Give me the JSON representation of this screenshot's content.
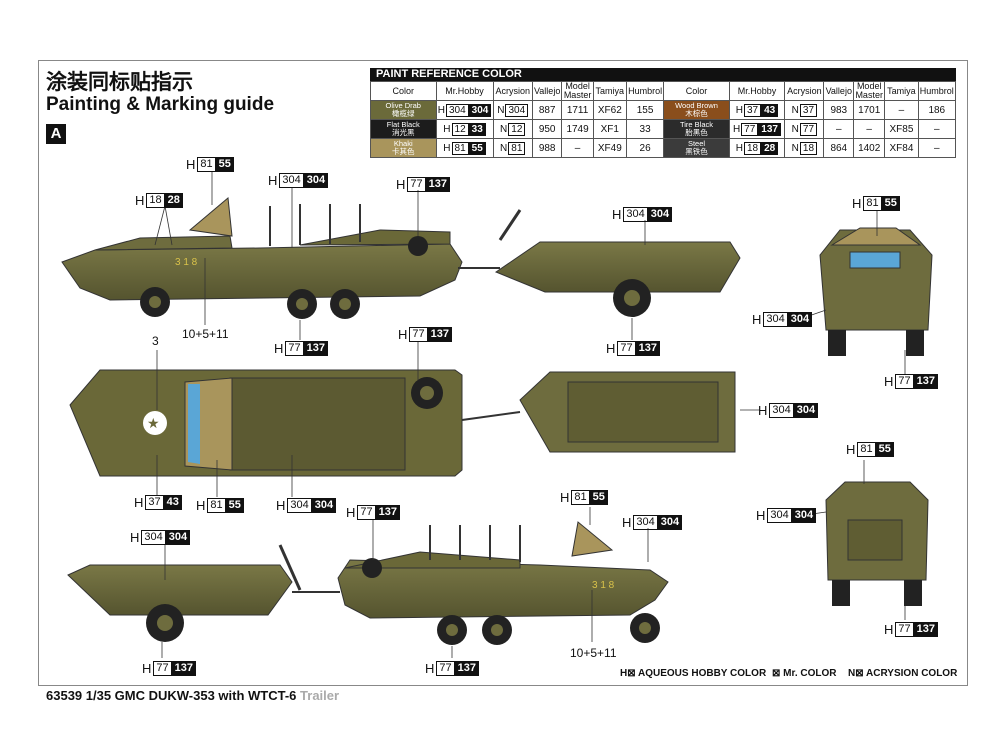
{
  "header": {
    "title_cn": "涂装同标贴指示",
    "title_en": "Painting & Marking guide",
    "scheme_badge": "A"
  },
  "paint_table": {
    "title": "PAINT  REFERENCE COLOR",
    "columns": [
      "Color",
      "Mr.Hobby",
      "Acrysion",
      "Vallejo",
      "Model Master",
      "Tamiya",
      "Humbrol"
    ],
    "left": [
      {
        "name_en": "Olive Drab",
        "name_cn": "橄榄绿",
        "swatch": "#6b6a3a",
        "h_white": "304",
        "h_black": "304",
        "n": "304",
        "vallejo": "887",
        "model_master": "1711",
        "tamiya": "XF62",
        "humbrol": "155"
      },
      {
        "name_en": "Flat Black",
        "name_cn": "消光黑",
        "swatch": "#1c1c1c",
        "h_white": "12",
        "h_black": "33",
        "n": "12",
        "vallejo": "950",
        "model_master": "1749",
        "tamiya": "XF1",
        "humbrol": "33"
      },
      {
        "name_en": "Khaki",
        "name_cn": "卡其色",
        "swatch": "#a9955c",
        "h_white": "81",
        "h_black": "55",
        "n": "81",
        "vallejo": "988",
        "model_master": "–",
        "tamiya": "XF49",
        "humbrol": "26"
      }
    ],
    "right": [
      {
        "name_en": "Wood Brown",
        "name_cn": "木棕色",
        "swatch": "#8a4e1c",
        "h_white": "37",
        "h_black": "43",
        "n": "37",
        "vallejo": "983",
        "model_master": "1701",
        "tamiya": "–",
        "humbrol": "186"
      },
      {
        "name_en": "Tire Black",
        "name_cn": "胎黑色",
        "swatch": "#2b2b2b",
        "h_white": "77",
        "h_black": "137",
        "n": "77",
        "vallejo": "–",
        "model_master": "–",
        "tamiya": "XF85",
        "humbrol": "–"
      },
      {
        "name_en": "Steel",
        "name_cn": "黑铁色",
        "swatch": "#3b3b3b",
        "h_white": "18",
        "h_black": "28",
        "n": "18",
        "vallejo": "864",
        "model_master": "1402",
        "tamiya": "XF84",
        "humbrol": "–"
      }
    ]
  },
  "callouts": {
    "h81_55": {
      "letter": "H",
      "white": "81",
      "black": "55"
    },
    "h304_304": {
      "letter": "H",
      "white": "304",
      "black": "304"
    },
    "h77_137": {
      "letter": "H",
      "white": "77",
      "black": "137"
    },
    "h18_28": {
      "letter": "H",
      "white": "18",
      "black": "28"
    },
    "h37_43": {
      "letter": "H",
      "white": "37",
      "black": "43"
    }
  },
  "marking_numbers": {
    "decal_3": "3",
    "decal_mix": "10+5+11",
    "hull_number": "3 1 8"
  },
  "legend": {
    "aqueous": "H⊠ AQUEOUS HOBBY COLOR",
    "mr": "⊠ Mr. COLOR",
    "acrysion": "N⊠ ACRYSION COLOR"
  },
  "footer": {
    "main": "63539 1/35 GMC DUKW-353 with WTCT-6 ",
    "faded": "Trailer"
  },
  "colors": {
    "olive": "#6e6c3e",
    "olive_dark": "#4f4e2c",
    "khaki": "#a9955c",
    "tire": "#222222",
    "blue": "#5aa6d6"
  }
}
